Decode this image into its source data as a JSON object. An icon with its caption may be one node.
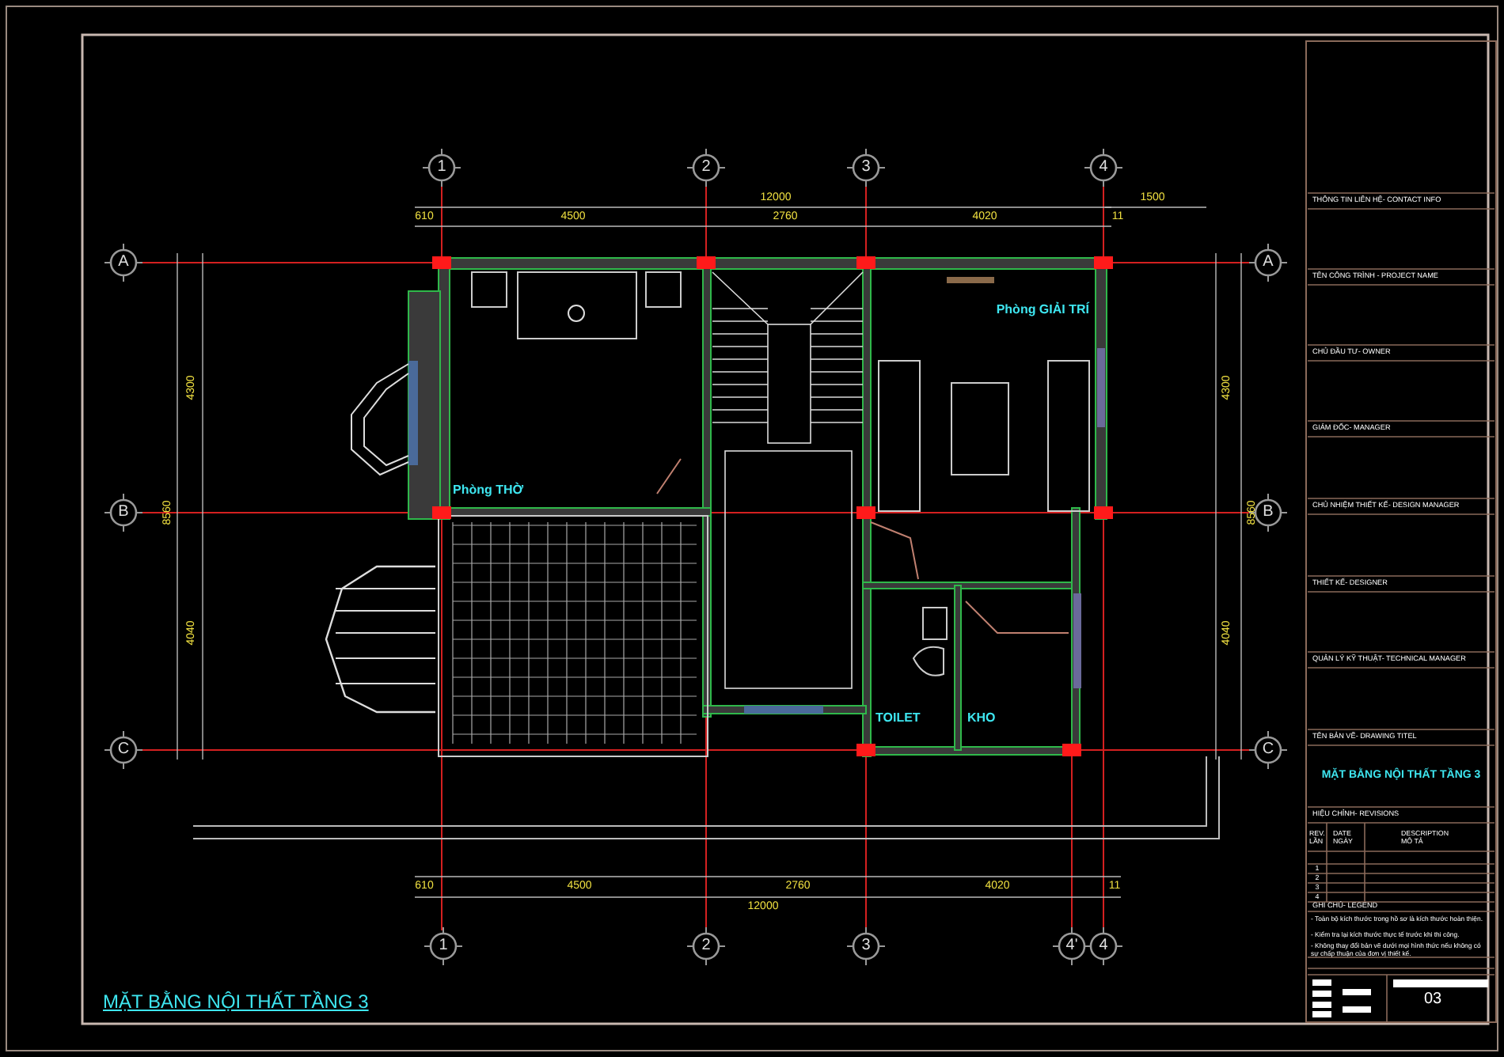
{
  "diagram": {
    "title": "MẶT BẰNG NỘI THẤT TẦNG 3",
    "nodes": [
      {
        "text": [
          "Phòng THỜ"
        ]
      },
      {
        "text": [
          "Phòng GIẢI TRÍ"
        ]
      },
      {
        "text": [
          "TOILET"
        ]
      },
      {
        "text": [
          "KHO"
        ]
      }
    ],
    "labels": [
      "1",
      "2",
      "3",
      "4",
      "12000",
      "1500",
      "610",
      "4500",
      "2760",
      "4020",
      "11",
      "A",
      "A",
      "4300",
      "8560",
      "4040",
      "B",
      "B",
      "4300",
      "8560",
      "4040",
      "C",
      "C",
      "610",
      "4500",
      "2760",
      "4020",
      "11",
      "12000",
      "1",
      "2",
      "3",
      "4'",
      "4",
      "THÔNG TIN LIÊN HỆ- CONTACT INFO",
      "TÊN CÔNG TRÌNH - PROJECT NAME",
      "CHỦ ĐẦU TƯ- OWNER",
      "GIÁM ĐỐC- MANAGER",
      "CHỦ NHIỆM THIẾT KẾ- DESIGN MANAGER",
      "THIẾT KẾ- DESIGNER",
      "QUẢN LÝ KỸ THUẬT- TECHNICAL MANAGER",
      "TÊN BẢN VẼ- DRAWING TITEL",
      "MẶT BẰNG NỘI THẤT TẦNG 3",
      "HIỆU CHỈNH- REVISIONS",
      "REV. LẦN",
      "DATE NGÀY",
      "DESCRIPTION MÔ TẢ",
      "1",
      "2",
      "3",
      "4",
      "GHI CHÚ- LEGEND",
      "- Toàn bộ kích thước trong hồ sơ là kích thước hoàn thiện.",
      "- Kiểm tra lại kích thước thực tế trước khi thi công.",
      "- Không thay đổi bản vẽ dưới mọi hình thức nếu không có sự chấp thuận của đơn vị thiết kế.",
      "03"
    ]
  }
}
